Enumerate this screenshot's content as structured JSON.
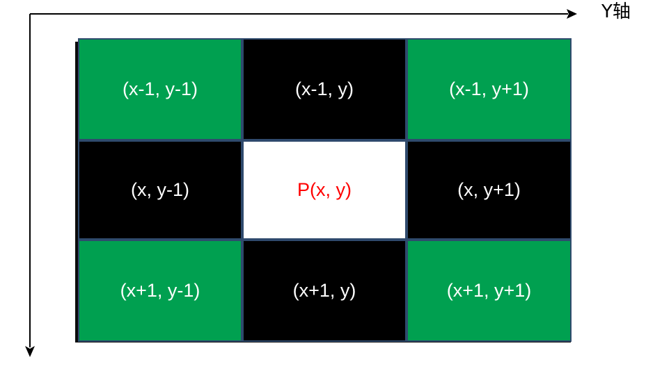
{
  "axis": {
    "y_label": "Y轴"
  },
  "colors": {
    "corner_cell": "#00a050",
    "edge_cell": "#000000",
    "center_cell": "#ffffff",
    "center_text": "#ff0000",
    "cell_text": "#ffffff",
    "cell_border": "#2f4a6d"
  },
  "grid": {
    "rows": [
      [
        "(x-1, y-1)",
        "(x-1, y)",
        "(x-1, y+1)"
      ],
      [
        "(x, y-1)",
        "P(x, y)",
        "(x, y+1)"
      ],
      [
        "(x+1, y-1)",
        "(x+1, y)",
        "(x+1, y+1)"
      ]
    ]
  }
}
